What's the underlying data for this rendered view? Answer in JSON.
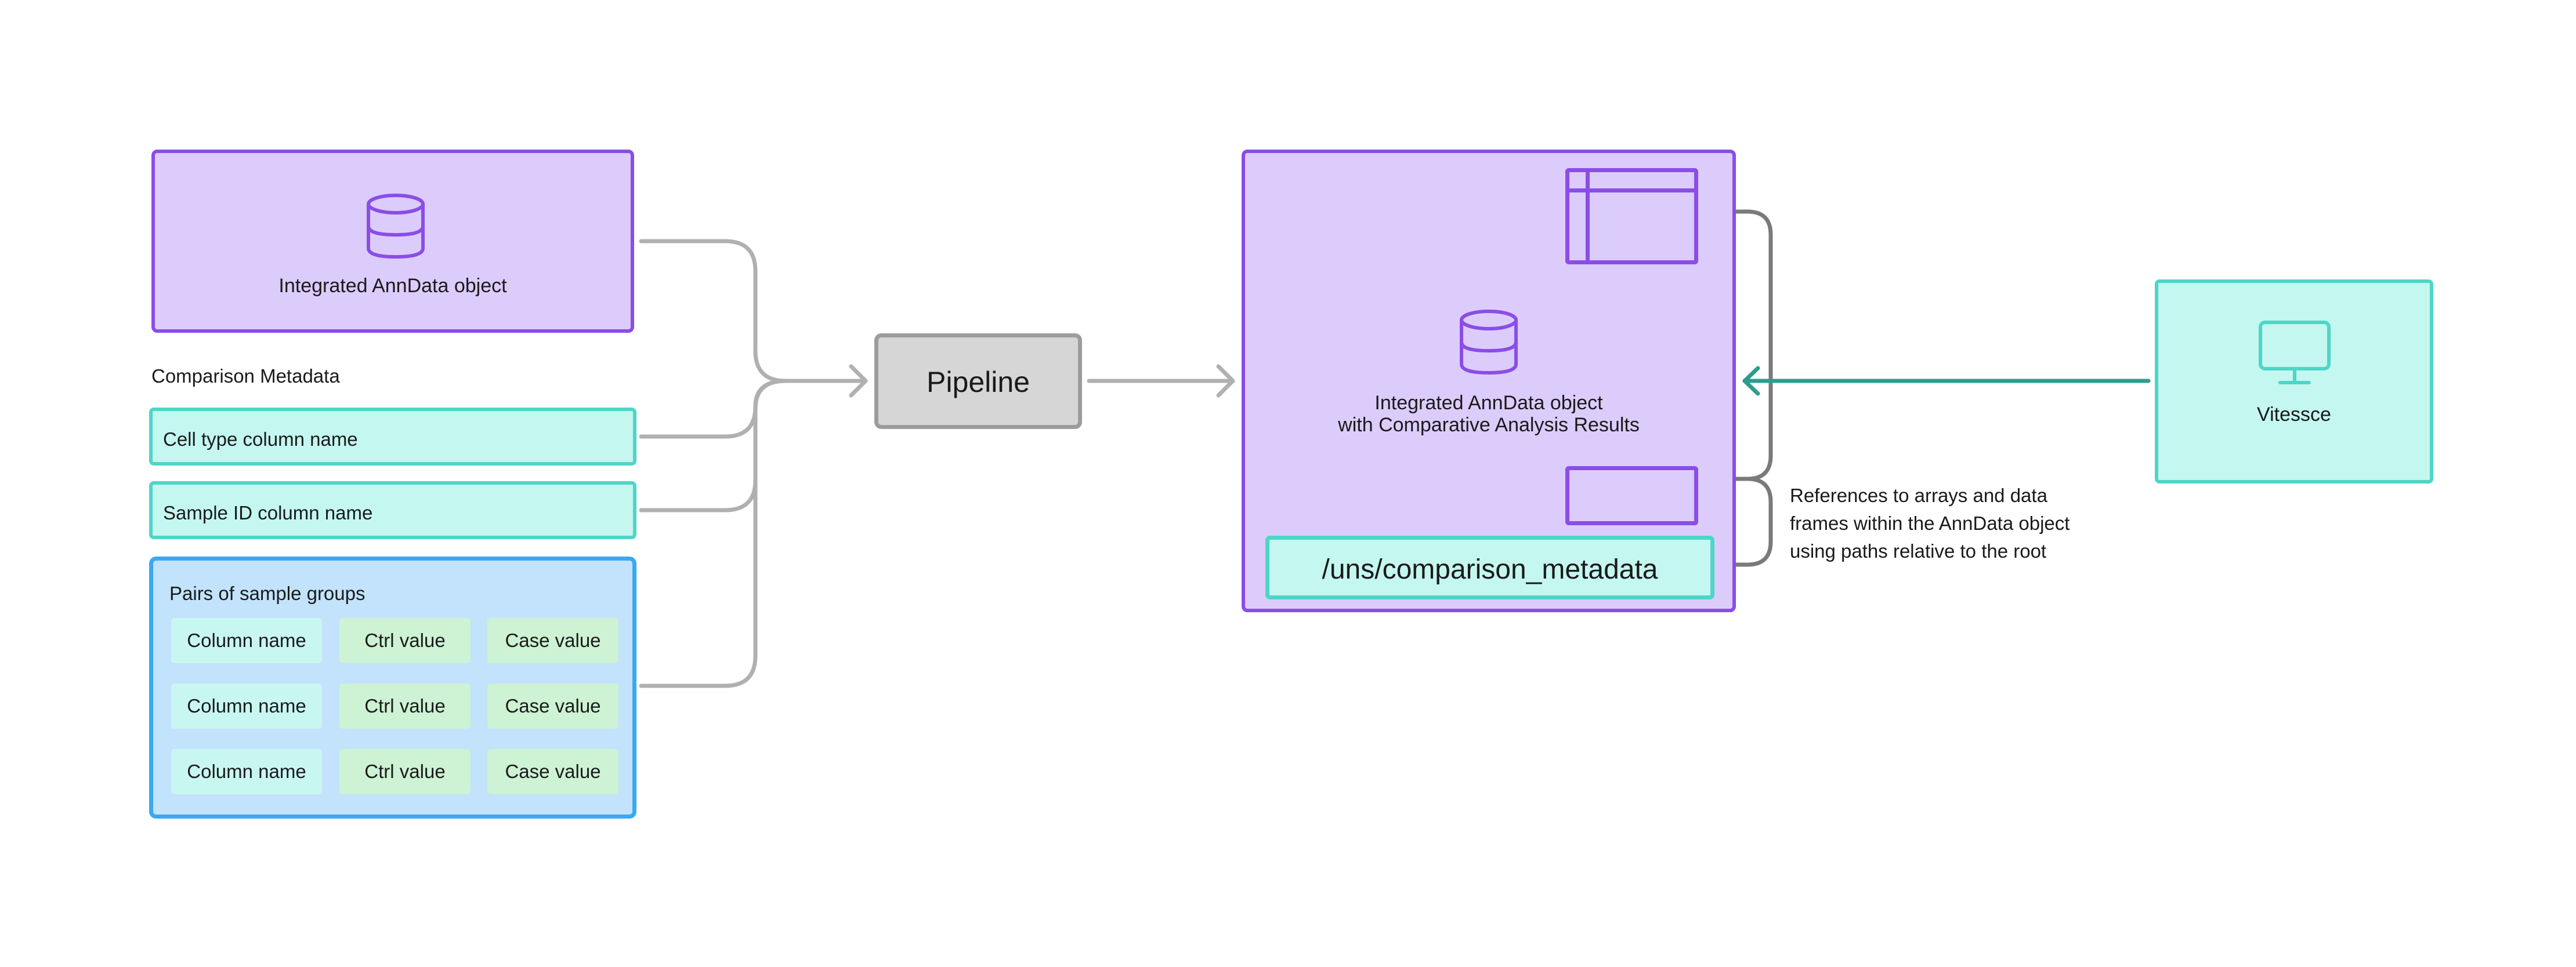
{
  "inputs": {
    "anndata_label": "Integrated AnnData object",
    "metadata_title": "Comparison Metadata",
    "cell_type_label": "Cell type column name",
    "sample_id_label": "Sample ID column name",
    "pairs": {
      "title": "Pairs of sample groups",
      "rows": [
        {
          "column": "Column name",
          "ctrl": "Ctrl value",
          "case": "Case value"
        },
        {
          "column": "Column name",
          "ctrl": "Ctrl value",
          "case": "Case value"
        },
        {
          "column": "Column name",
          "ctrl": "Ctrl value",
          "case": "Case value"
        }
      ]
    }
  },
  "pipeline": {
    "label": "Pipeline"
  },
  "output": {
    "title_line1": "Integrated AnnData object",
    "title_line2": "with Comparative Analysis Results",
    "metadata_path": "/uns/comparison_metadata"
  },
  "annotation": {
    "line1": "References to arrays and data",
    "line2": "frames within the AnnData object",
    "line3": "using paths relative to the root"
  },
  "vitessce": {
    "label": "Vitessce"
  },
  "colors": {
    "purple_fill": "#dcccfb",
    "purple_stroke": "#8a4de8",
    "cyan_fill": "#c4f7f0",
    "cyan_stroke": "#4dd6c6",
    "blue_fill": "#c2e3fb",
    "blue_stroke": "#3aa8f5",
    "connector": "#b0b0b0",
    "reference_arrow": "#7a7a7a",
    "vitessce_arrow": "#2e9c8c"
  },
  "icons": {
    "database": "database-icon",
    "table": "table-icon",
    "monitor": "monitor-icon"
  }
}
